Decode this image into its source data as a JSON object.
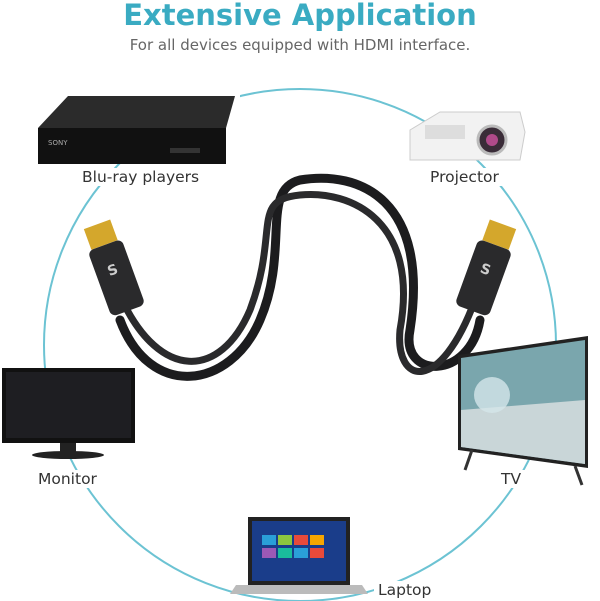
{
  "header": {
    "title": "Extensive Application",
    "subtitle": "For all devices equipped with HDMI interface."
  },
  "devices": {
    "bluray": "Blu-ray players",
    "projector": "Projector",
    "monitor": "Monitor",
    "tv": "TV",
    "laptop": "Laptop"
  },
  "branding": {
    "bluray_brand": "SONY",
    "cable_logo": "S"
  },
  "colors": {
    "accent": "#3aabc2",
    "cable": "#1c1c1e",
    "connector": "#d4a72c"
  }
}
